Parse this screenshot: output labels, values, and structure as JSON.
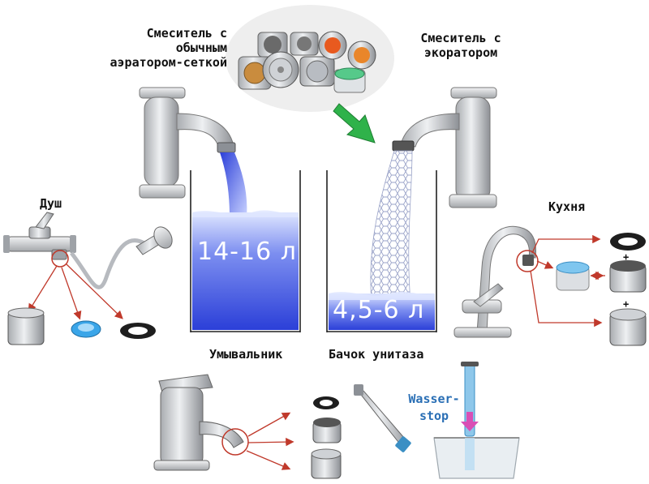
{
  "labels": {
    "mixer_mesh": "Смеситель с\nобычным\nаэратором-сеткой",
    "mixer_eco": "Смеситель с\nэкоратором",
    "shower": "Душ",
    "kitchen": "Кухня",
    "sink": "Умывальник",
    "toilet": "Бачок унитаза",
    "wasserstop": "Wasser-\nstop"
  },
  "volumes": {
    "regular": "14-16 л",
    "eco": "4,5-6 л"
  },
  "symbols": {
    "plus_top": "+",
    "plus_bottom": "+"
  },
  "colors": {
    "water_dark": "#2b3fd8",
    "water_light": "#dfe6ff",
    "faucet": "#d8dadc",
    "arrow_red": "#c0392b",
    "arrow_green": "#2fb24a",
    "wasserstop_text": "#2a6fb5"
  }
}
